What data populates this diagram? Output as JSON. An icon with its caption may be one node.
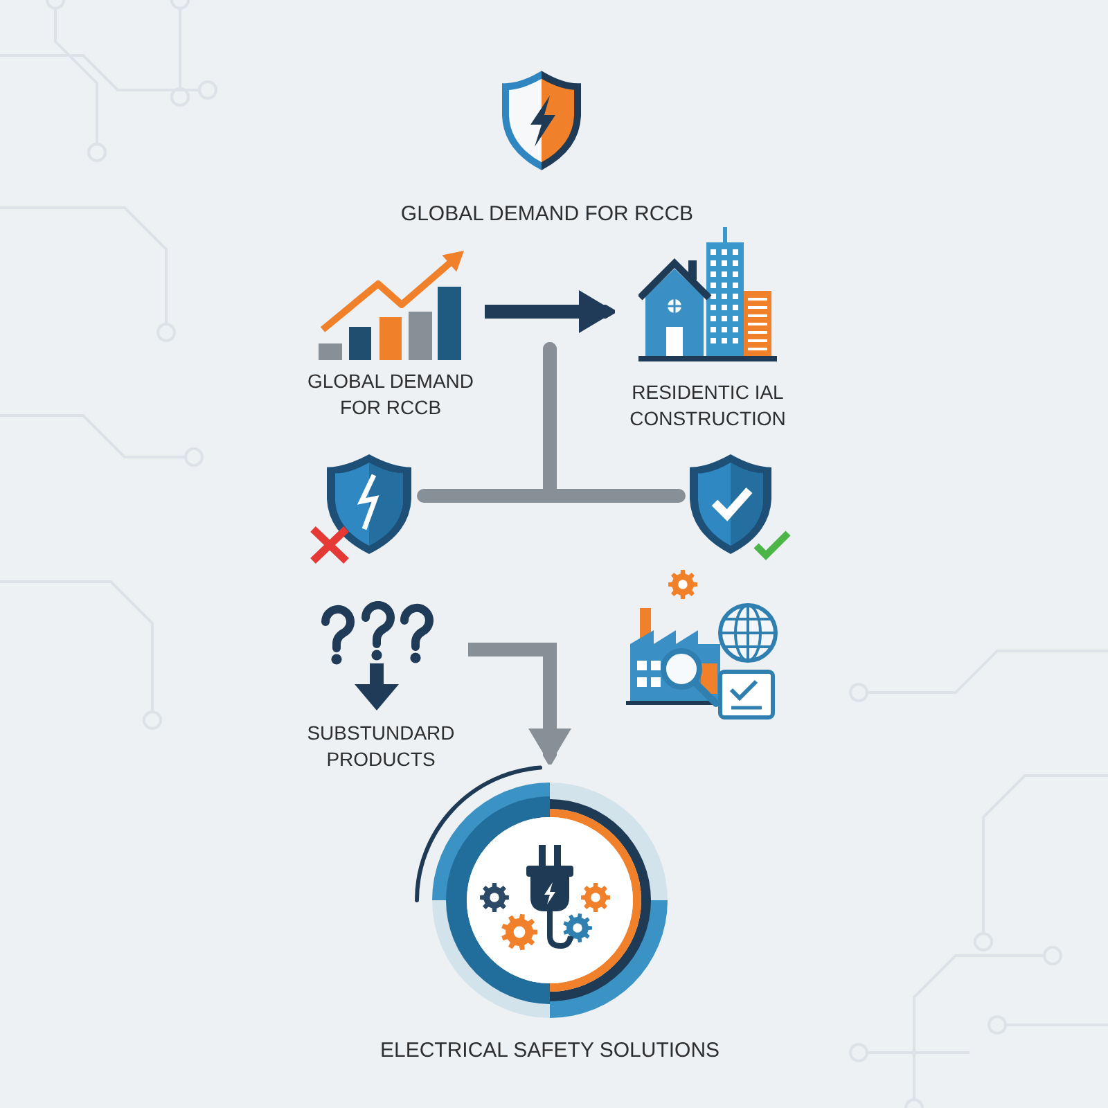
{
  "diagram": {
    "title": "GLOBAL DEMAND FOR RCCB",
    "nodes": [
      {
        "text": [
          "GLOBAL DEMAND FOR RCCB"
        ]
      },
      {
        "text": [
          "RESIDENTIC IAL CONSTRUCTION"
        ]
      },
      {
        "text": [],
        "shape": "picture"
      },
      {
        "text": [],
        "shape": "picture"
      },
      {
        "text": [
          "SUBSTUNDARD PRODUCTS"
        ]
      },
      {
        "text": [],
        "shape": "picture"
      },
      {
        "text": [
          "ELECTRICAL SAFETY SOLUTIONS"
        ]
      }
    ],
    "edges": [
      {
        "from": 0,
        "to": 1,
        "arrow": "to",
        "color": "#1f3b57"
      },
      {
        "from": null,
        "to": 2,
        "arrow": "none"
      },
      {
        "from": null,
        "to": 3,
        "arrow": "none"
      },
      {
        "from": 4,
        "to": 6,
        "arrow": "to"
      }
    ]
  }
}
